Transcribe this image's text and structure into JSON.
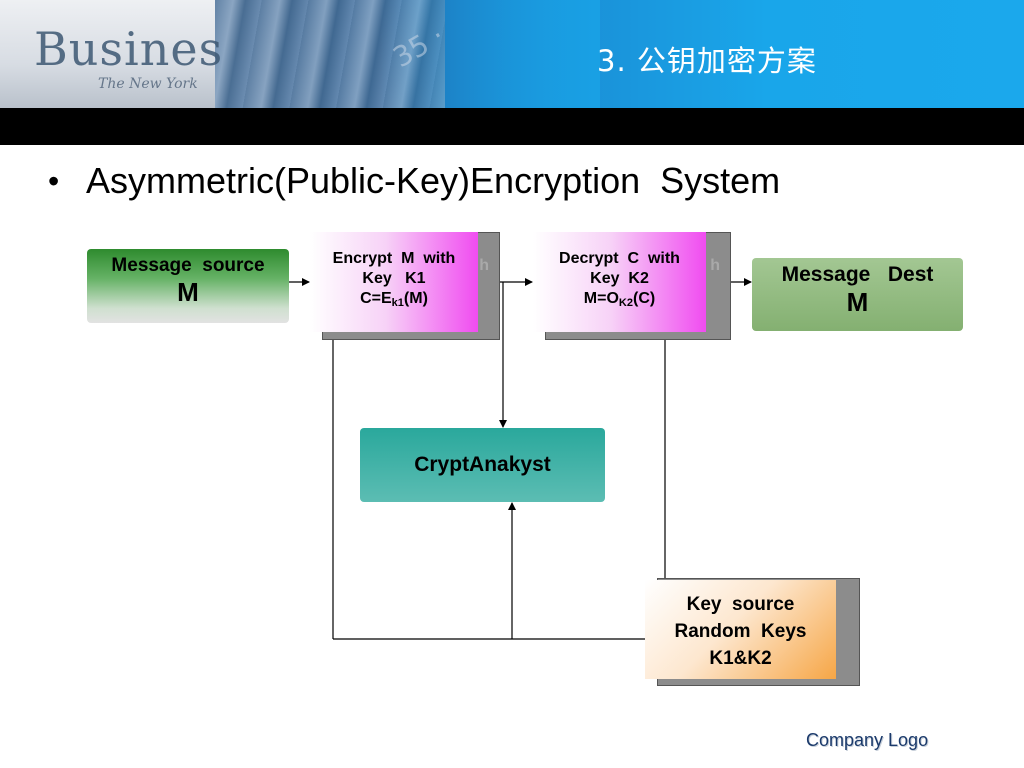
{
  "header": {
    "title": "3. 公钥加密方案",
    "deco_masthead": "Busines",
    "deco_subtitle": "The New York",
    "deco_numbers": "35 ·"
  },
  "bullet": {
    "marker": "•",
    "text": "Asymmetric(Public-Key)Encryption  System"
  },
  "diagram": {
    "source": {
      "line1": "Message  source",
      "line2": "M"
    },
    "encrypt": {
      "line1": "Encrypt  M  with",
      "line2": "Key   K1",
      "formula_prefix": "C=E",
      "formula_sub": "k1",
      "formula_suffix": "(M)",
      "ghost": "h"
    },
    "decrypt": {
      "line1": "Decrypt  C  with",
      "line2": "Key  K2",
      "formula_prefix": "M=O",
      "formula_sub": "K2",
      "formula_suffix": "(C)",
      "ghost": "h"
    },
    "dest": {
      "line1": "Message   Dest",
      "line2": "M"
    },
    "analyst": {
      "label": "CryptAnakyst"
    },
    "key_source": {
      "line1": "Key  source",
      "line2": "Random  Keys",
      "line3": "K1&K2"
    }
  },
  "footer": {
    "logo": "Company Logo"
  },
  "colors": {
    "banner_blue": "#1ba8ec",
    "source_green": "#2e8b2e",
    "dest_green": "#84b071",
    "magenta": "#f04cf0",
    "teal": "#2aa89c",
    "orange": "#f6a646"
  }
}
